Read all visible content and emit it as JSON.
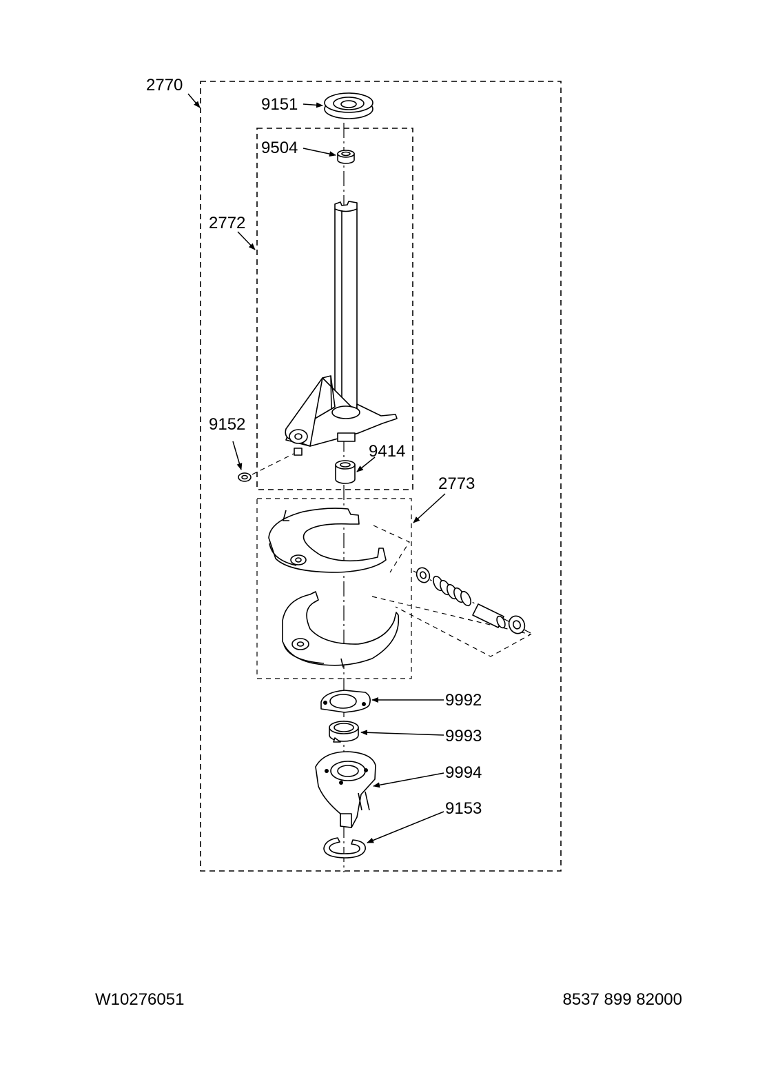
{
  "callouts": {
    "c2770": "2770",
    "c9151": "9151",
    "c9504": "9504",
    "c2772": "2772",
    "c9152": "9152",
    "c9414": "9414",
    "c2773": "2773",
    "c9992": "9992",
    "c9993": "9993",
    "c9994": "9994",
    "c9153": "9153"
  },
  "footer": {
    "left": "W10276051",
    "right": "8537 899 82000"
  }
}
